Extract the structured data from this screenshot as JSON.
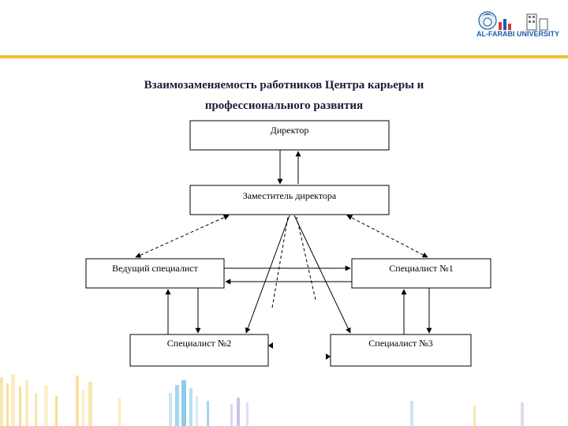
{
  "header": {
    "logo_text": "AL-FARABI UNIVERSITY",
    "title_line1": "Взаимозаменяемость работников Центра карьеры и",
    "title_line2": "профессионального развития"
  },
  "diagram": {
    "nodes": {
      "director": "Директор",
      "deputy": "Заместитель директора",
      "lead": "Ведущий специалист",
      "spec1": "Специалист №1",
      "spec2": "Специалист №2",
      "spec3": "Специалист №3"
    }
  },
  "colors": {
    "accent_bar": "#f2c12e",
    "logo_blue": "#1a5fa8"
  }
}
